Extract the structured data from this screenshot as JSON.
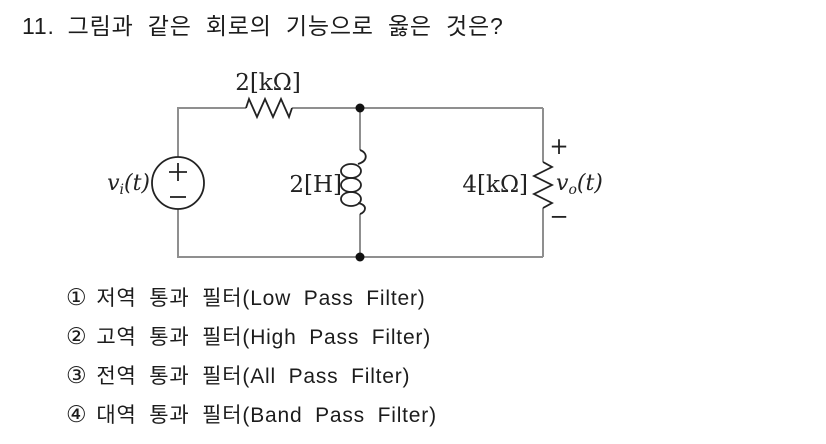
{
  "question": {
    "number": "11.",
    "text": "그림과 같은 회로의 기능으로 옳은 것은?"
  },
  "circuit": {
    "series_resistor_label": "2[kΩ]",
    "inductor_label": "2[H]",
    "load_resistor_label": "4[kΩ]",
    "input_label": {
      "base": "v",
      "sub": "i",
      "suffix": "(t)"
    },
    "output_label": {
      "base": "v",
      "sub": "o",
      "suffix": "(t)"
    },
    "output_plus": "+",
    "output_minus": "−"
  },
  "choices": [
    {
      "num": "①",
      "label": "저역 통과 필터(Low Pass Filter)"
    },
    {
      "num": "②",
      "label": "고역 통과 필터(High Pass Filter)"
    },
    {
      "num": "③",
      "label": "전역 통과 필터(All Pass Filter)"
    },
    {
      "num": "④",
      "label": "대역 통과 필터(Band Pass Filter)"
    }
  ],
  "colors": {
    "background": "#ffffff",
    "wire": "#8f8f8f",
    "component": "#222222",
    "text": "#1c1c1c"
  }
}
